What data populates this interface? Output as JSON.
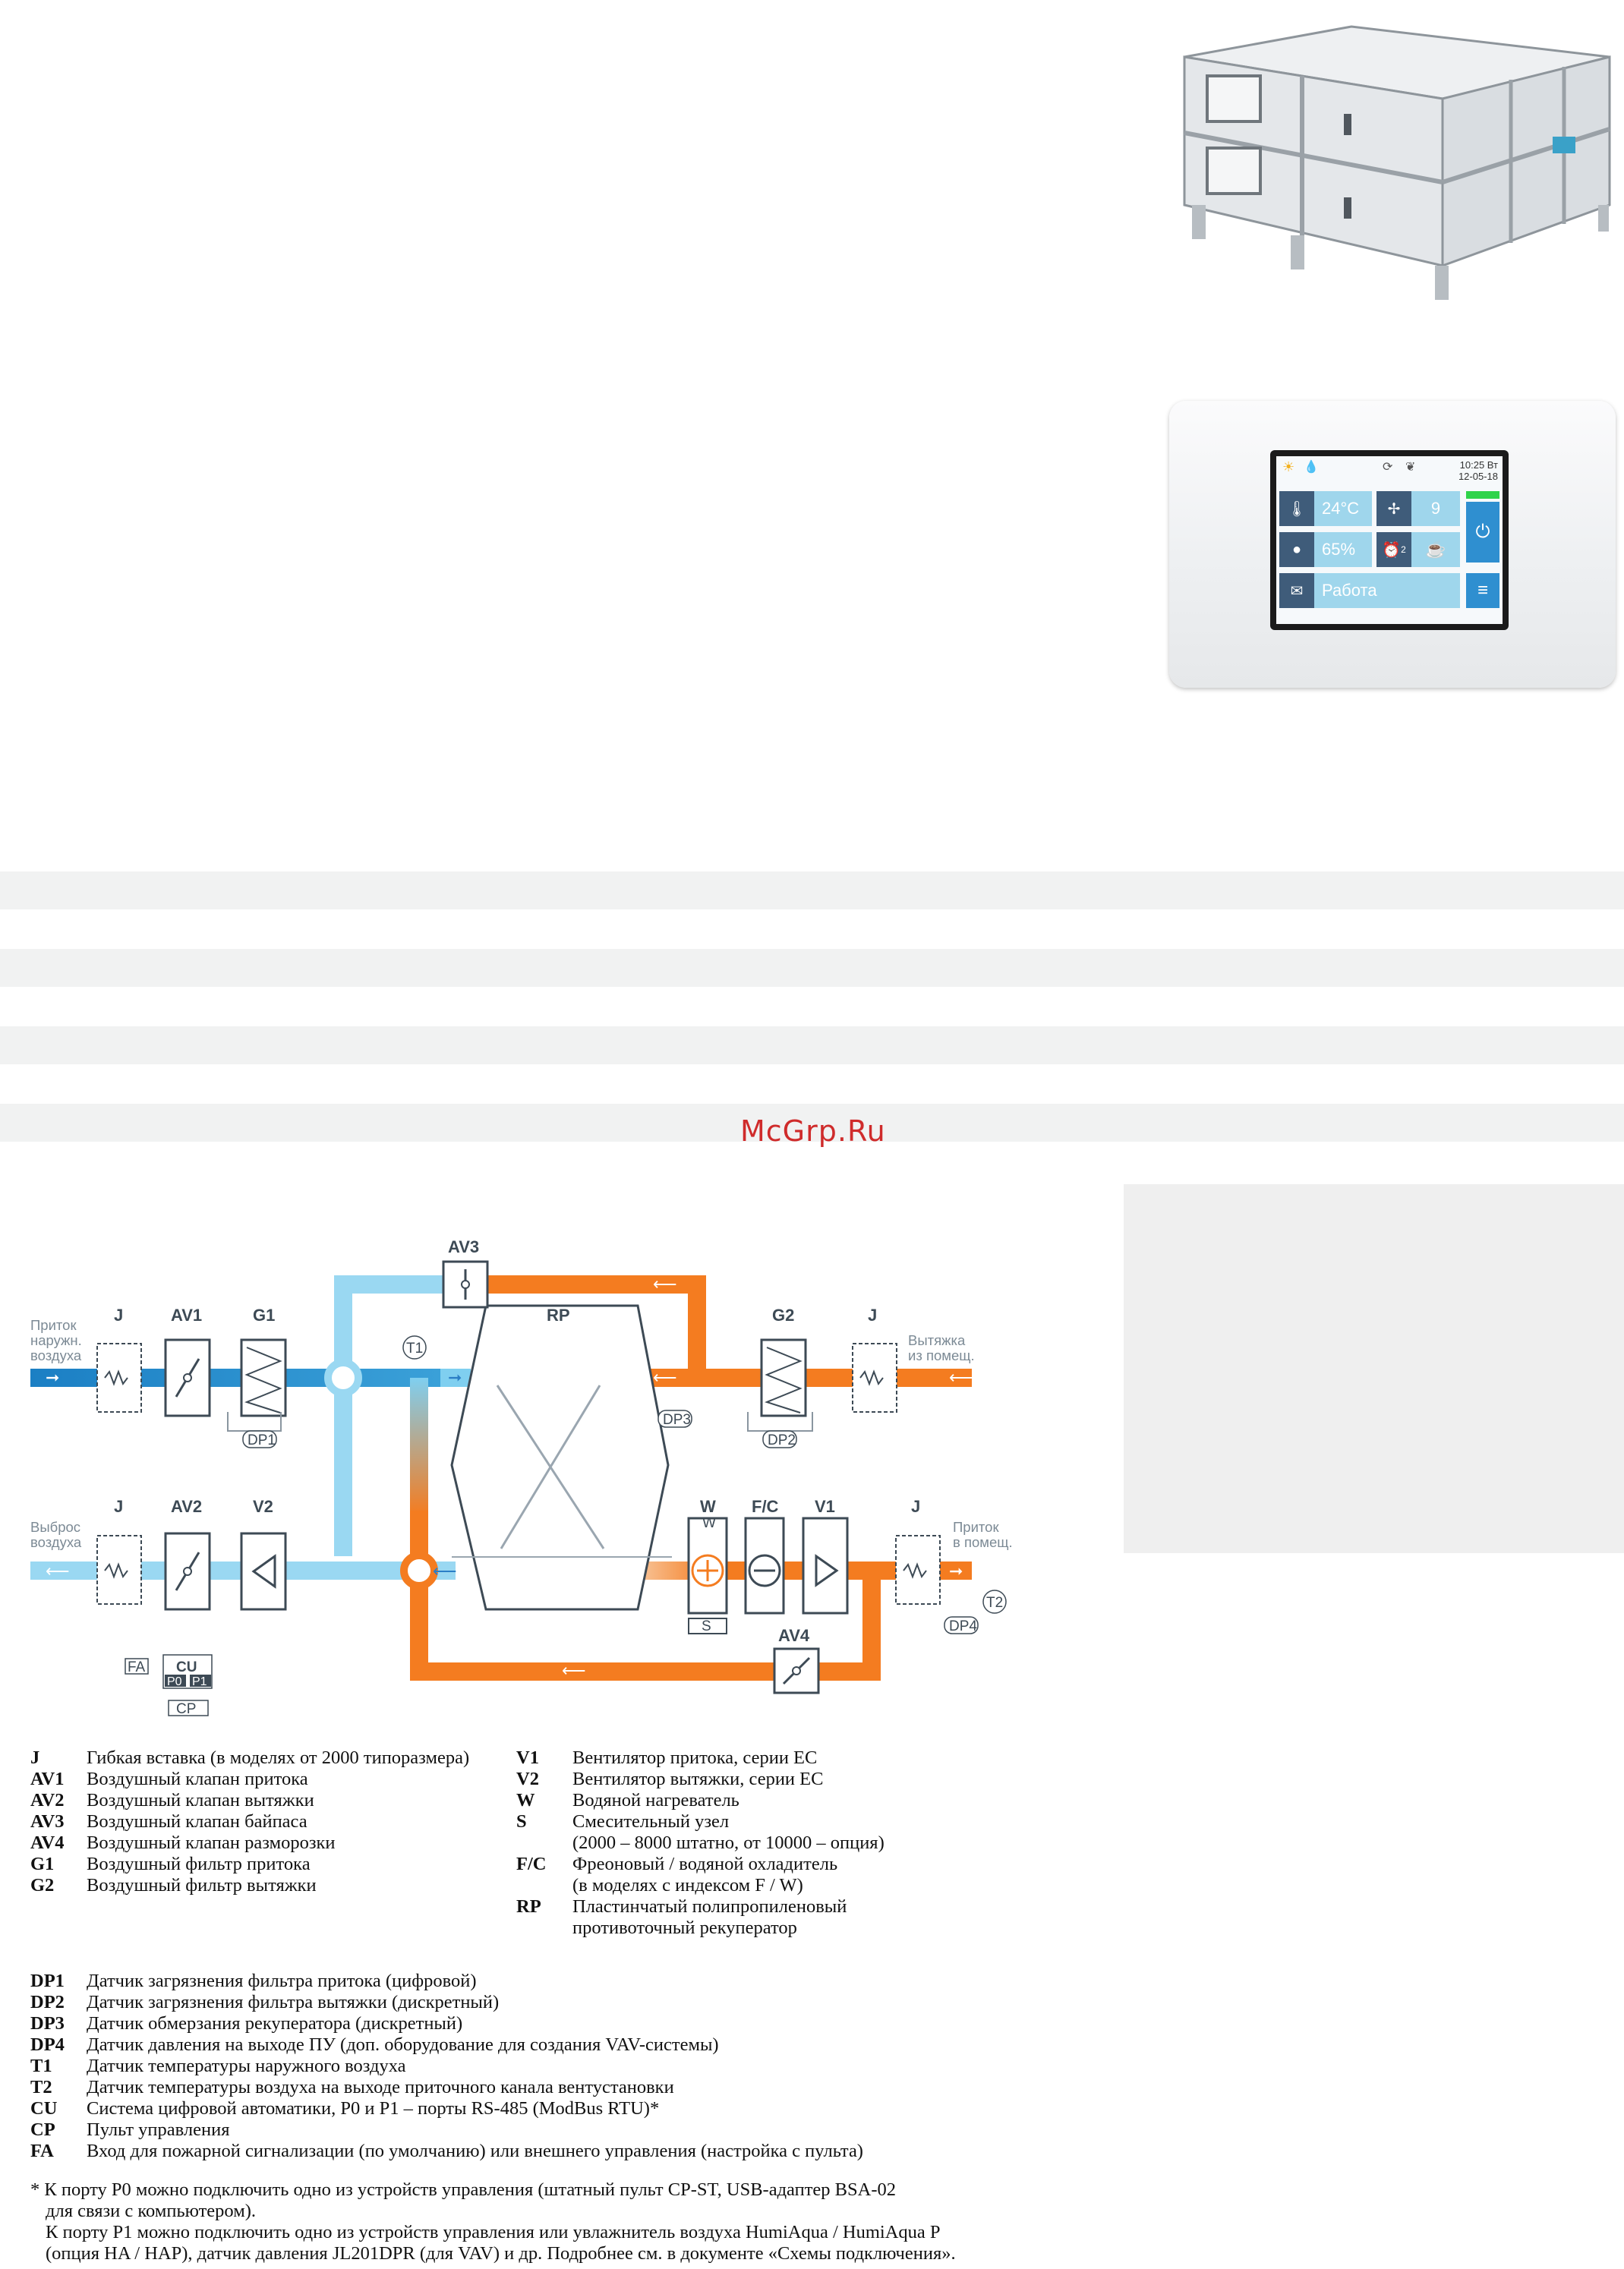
{
  "watermark": "McGrp.Ru",
  "controller": {
    "time": "10:25 Вт",
    "date": "12-05-18",
    "temperature": "24°C",
    "fan_speed": "9",
    "humidity": "65%",
    "alarm_count": "2",
    "status": "Работа",
    "icons": [
      "sun-icon",
      "water-drops-icon",
      "recycle-icon",
      "leaf-icon",
      "thermometer-icon",
      "fan-icon",
      "humidity-icon",
      "alarm-clock-icon",
      "coffee-cup-icon",
      "power-icon",
      "mail-icon",
      "menu-icon"
    ]
  },
  "diagram": {
    "labels": {
      "J": "J",
      "AV1": "AV1",
      "AV2": "AV2",
      "AV3": "AV3",
      "AV4": "AV4",
      "G1": "G1",
      "G2": "G2",
      "RP": "RP",
      "V1": "V1",
      "V2": "V2",
      "W": "W",
      "FC": "F/C",
      "S": "S",
      "T1": "T1",
      "T2": "T2",
      "DP1": "DP1",
      "DP2": "DP2",
      "DP3": "DP3",
      "DP4": "DP4",
      "FA": "FA",
      "CU": "CU",
      "P0": "P0",
      "P1": "P1",
      "CP": "CP"
    },
    "air": {
      "intake_1": "Приток",
      "intake_2": "наружн.",
      "intake_3": "воздуха",
      "extract_1": "Вытяжка",
      "extract_2": "из помещ.",
      "exhaust_1": "Выброс",
      "exhaust_2": "воздуха",
      "supply_1": "Приток",
      "supply_2": "в помещ."
    }
  },
  "legend_left": [
    {
      "key": "J",
      "text": "Гибкая вставка (в моделях от 2000 типоразмера)"
    },
    {
      "key": "AV1",
      "text": "Воздушный клапан притока"
    },
    {
      "key": "AV2",
      "text": "Воздушный клапан вытяжки"
    },
    {
      "key": "AV3",
      "text": "Воздушный клапан байпаса"
    },
    {
      "key": "AV4",
      "text": "Воздушный клапан разморозки"
    },
    {
      "key": "G1",
      "text": "Воздушный фильтр притока"
    },
    {
      "key": "G2",
      "text": "Воздушный фильтр вытяжки"
    }
  ],
  "legend_right": [
    {
      "key": "V1",
      "text": "Вентилятор притока, серии EC"
    },
    {
      "key": "V2",
      "text": "Вентилятор вытяжки, серии EC"
    },
    {
      "key": "W",
      "text": "Водяной нагреватель"
    },
    {
      "key": "S",
      "text": "Смесительный узел"
    },
    {
      "key": "",
      "text": "(2000 – 8000 штатно, от 10000 – опция)"
    },
    {
      "key": "F/C",
      "text": "Фреоновый / водяной охладитель"
    },
    {
      "key": "",
      "text": "(в моделях с индексом F / W)"
    },
    {
      "key": "RP",
      "text": "Пластинчатый полипропиленовый"
    },
    {
      "key": "",
      "text": "противоточный рекуператор"
    }
  ],
  "legend_sensors": [
    {
      "key": "DP1",
      "text": "Датчик загрязнения фильтра притока (цифровой)"
    },
    {
      "key": "DP2",
      "text": "Датчик загрязнения фильтра вытяжки (дискретный)"
    },
    {
      "key": "DP3",
      "text": "Датчик обмерзания рекуператора (дискретный)"
    },
    {
      "key": "DP4",
      "text": "Датчик давления на выходе ПУ (доп. оборудование для создания VAV-системы)"
    },
    {
      "key": "T1",
      "text": "Датчик температуры наружного воздуха"
    },
    {
      "key": "T2",
      "text": "Датчик температуры воздуха на выходе приточного канала вентустановки"
    },
    {
      "key": "CU",
      "text": "Система цифровой автоматики, P0 и P1 – порты RS-485 (ModBus RTU)*"
    },
    {
      "key": "CP",
      "text": "Пульт управления"
    },
    {
      "key": "FA",
      "text": "Вход для пожарной сигнализации (по умолчанию) или внешнего управления (настройка с пульта)"
    }
  ],
  "notes": [
    "* К порту P0 можно подключить одно из устройств управления (штатный пульт CP-ST, USB-адаптер BSA-02",
    "для связи с компьютером).",
    "К порту P1 можно подключить одно из устройств управления или увлажнитель воздуха HumiAqua /  HumiAqua P",
    "(опция HA / HAP), датчик давления JL201DPR (для VAV) и др. Подробнее см. в документе «Схемы подключения»."
  ]
}
